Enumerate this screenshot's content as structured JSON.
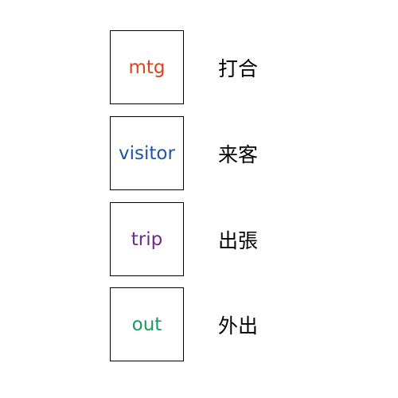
{
  "items": [
    {
      "code": "mtg",
      "label": "打合",
      "color": "#d9441c"
    },
    {
      "code": "visitor",
      "label": "来客",
      "color": "#1b56a8"
    },
    {
      "code": "trip",
      "label": "出張",
      "color": "#6a2b8c"
    },
    {
      "code": "out",
      "label": "外出",
      "color": "#1a9a63"
    }
  ]
}
